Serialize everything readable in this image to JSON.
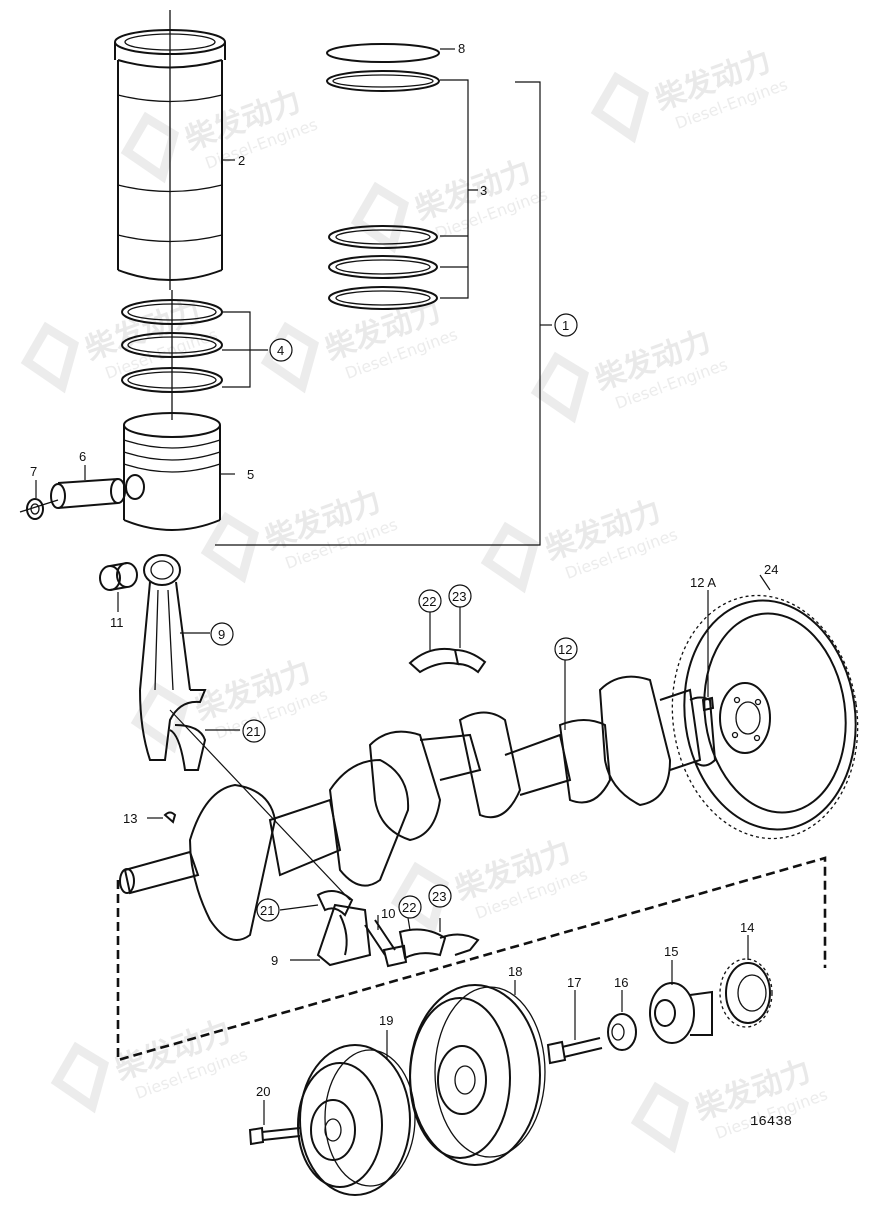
{
  "watermark": {
    "brand_cn": "柴发动力",
    "brand_en": "Diesel-Engines"
  },
  "drawing_number": "16438",
  "callouts": [
    {
      "id": "8",
      "text": "8",
      "circled": false
    },
    {
      "id": "2",
      "text": "2",
      "circled": false
    },
    {
      "id": "3",
      "text": "3",
      "circled": false
    },
    {
      "id": "1",
      "text": "1",
      "circled": true
    },
    {
      "id": "4",
      "text": "4",
      "circled": true
    },
    {
      "id": "5",
      "text": "5",
      "circled": false
    },
    {
      "id": "6",
      "text": "6",
      "circled": false
    },
    {
      "id": "7",
      "text": "7",
      "circled": false
    },
    {
      "id": "11",
      "text": "11",
      "circled": false
    },
    {
      "id": "9a",
      "text": "9",
      "circled": true
    },
    {
      "id": "21a",
      "text": "21",
      "circled": true
    },
    {
      "id": "22a",
      "text": "22",
      "circled": true
    },
    {
      "id": "23a",
      "text": "23",
      "circled": true
    },
    {
      "id": "12",
      "text": "12",
      "circled": true
    },
    {
      "id": "12A",
      "text": "12 A",
      "circled": false
    },
    {
      "id": "24",
      "text": "24",
      "circled": false
    },
    {
      "id": "13",
      "text": "13",
      "circled": false
    },
    {
      "id": "21b",
      "text": "21",
      "circled": true
    },
    {
      "id": "10",
      "text": "10",
      "circled": false
    },
    {
      "id": "22b",
      "text": "22",
      "circled": true
    },
    {
      "id": "23b",
      "text": "23",
      "circled": true
    },
    {
      "id": "9b",
      "text": "9",
      "circled": false
    },
    {
      "id": "14",
      "text": "14",
      "circled": false
    },
    {
      "id": "15",
      "text": "15",
      "circled": false
    },
    {
      "id": "16",
      "text": "16",
      "circled": false
    },
    {
      "id": "17",
      "text": "17",
      "circled": false
    },
    {
      "id": "18",
      "text": "18",
      "circled": false
    },
    {
      "id": "19",
      "text": "19",
      "circled": false
    },
    {
      "id": "20",
      "text": "20",
      "circled": false
    }
  ]
}
